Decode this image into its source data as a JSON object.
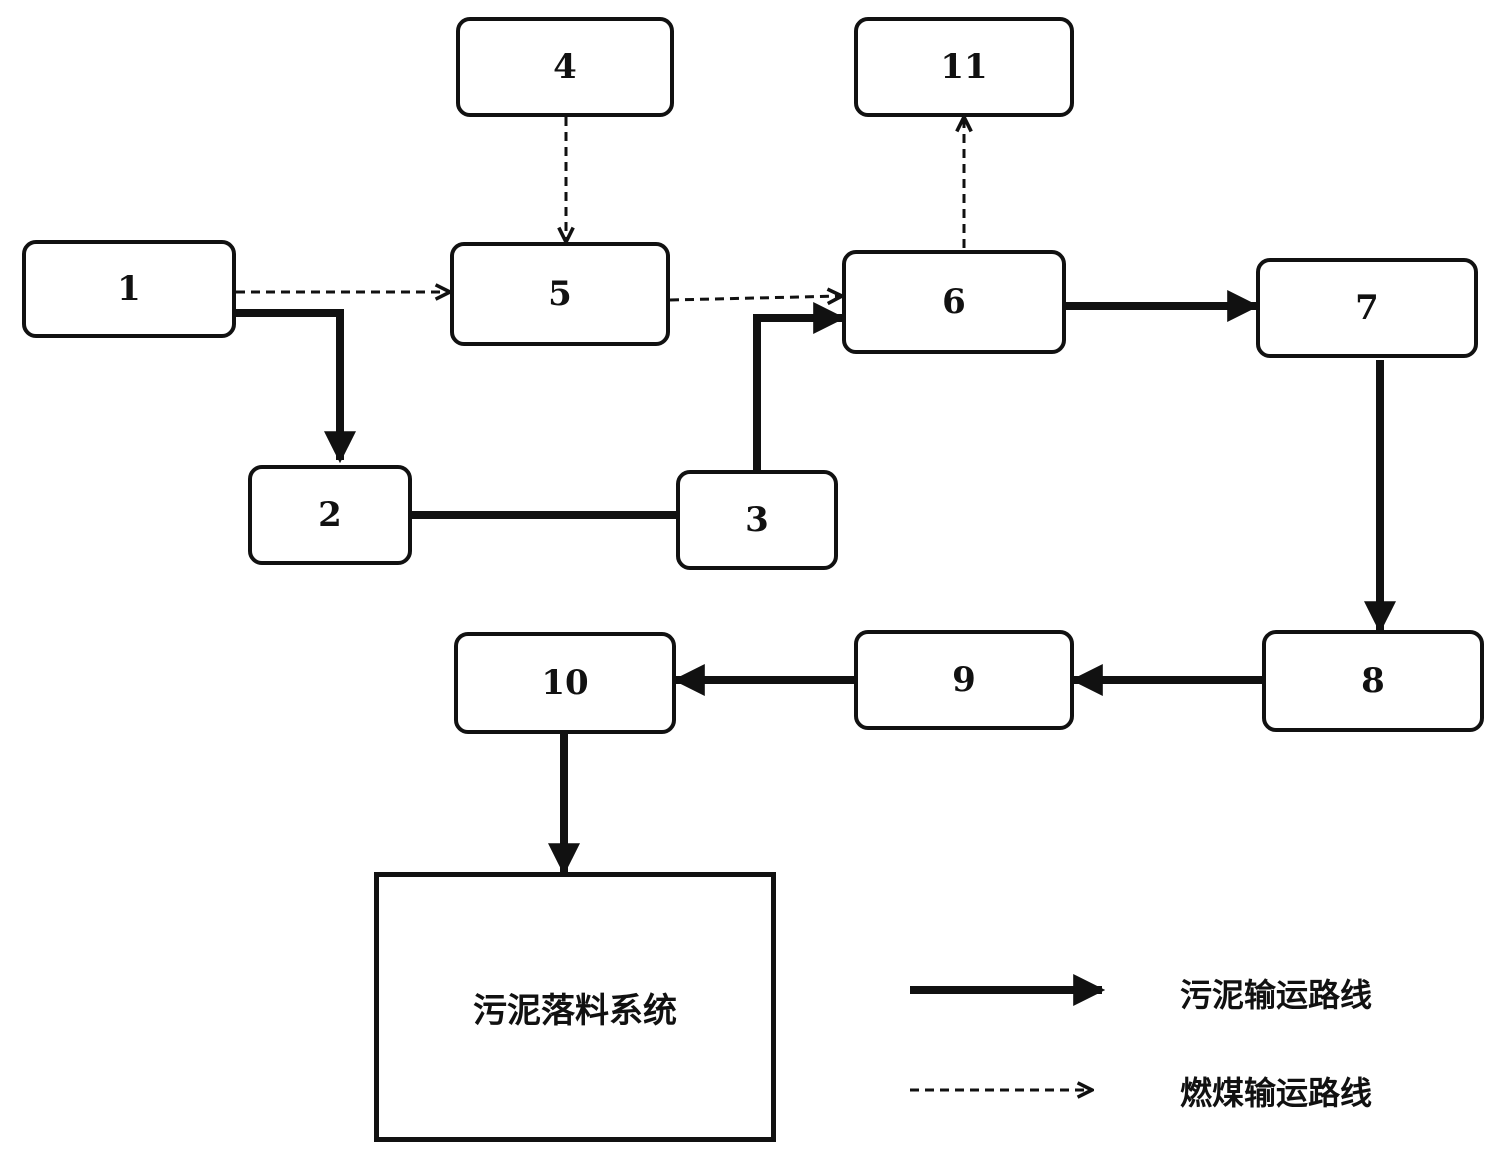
{
  "nodes": {
    "n1": "1",
    "n2": "2",
    "n3": "3",
    "n4": "4",
    "n5": "5",
    "n6": "6",
    "n7": "7",
    "n8": "8",
    "n9": "9",
    "n10": "10",
    "n11": "11"
  },
  "sludge_system": {
    "label": "污泥落料系统"
  },
  "legend": {
    "sludge_route": "污泥输运路线",
    "coal_route": "燃煤输运路线"
  },
  "colors": {
    "line": "#111111",
    "background": "#ffffff"
  }
}
